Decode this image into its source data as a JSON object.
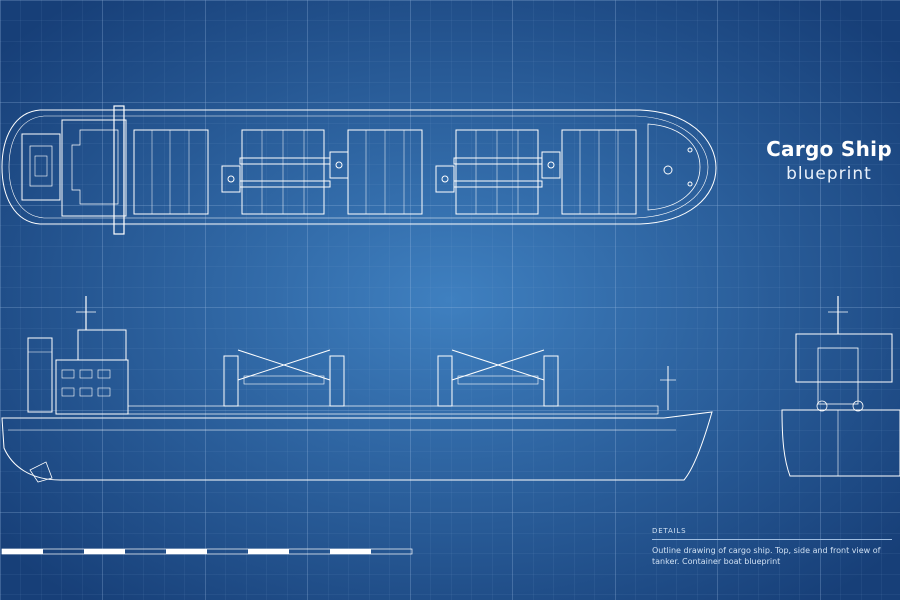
{
  "title": {
    "main": "Cargo Ship",
    "sub": "blueprint"
  },
  "details": {
    "heading": "DETAILS",
    "text": "Outline drawing of cargo ship. Top, side and front view of tanker. Container boat blueprint"
  },
  "colors": {
    "background_center": "#3f80c0",
    "background_edge": "#173f78",
    "line": "#ffffff",
    "grid": "#7fa6d6"
  },
  "views": [
    "top",
    "side",
    "front"
  ]
}
